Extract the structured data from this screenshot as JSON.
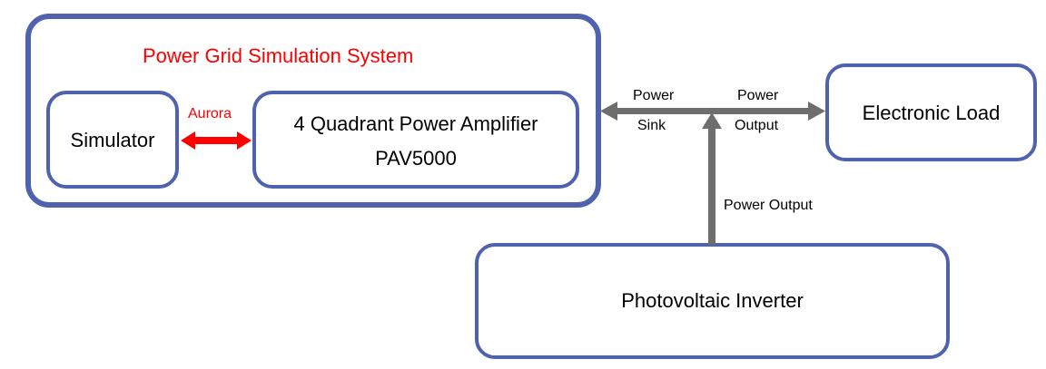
{
  "colors": {
    "box_border": "#4f62ad",
    "connector": "#6e6e6e",
    "aurora_link": "#ff0000",
    "title_text": "#ff0000"
  },
  "system": {
    "title": "Power Grid Simulation System",
    "simulator": "Simulator",
    "link_label": "Aurora",
    "amplifier_line1": "4 Quadrant Power Amplifier",
    "amplifier_line2": "PAV5000"
  },
  "electronic_load": "Electronic Load",
  "photovoltaic_inverter": "Photovoltaic Inverter",
  "flows": {
    "sink_line1": "Power",
    "sink_line2": "Sink",
    "output_line1": "Power",
    "output_line2": "Output",
    "inverter_output": "Power Output"
  }
}
